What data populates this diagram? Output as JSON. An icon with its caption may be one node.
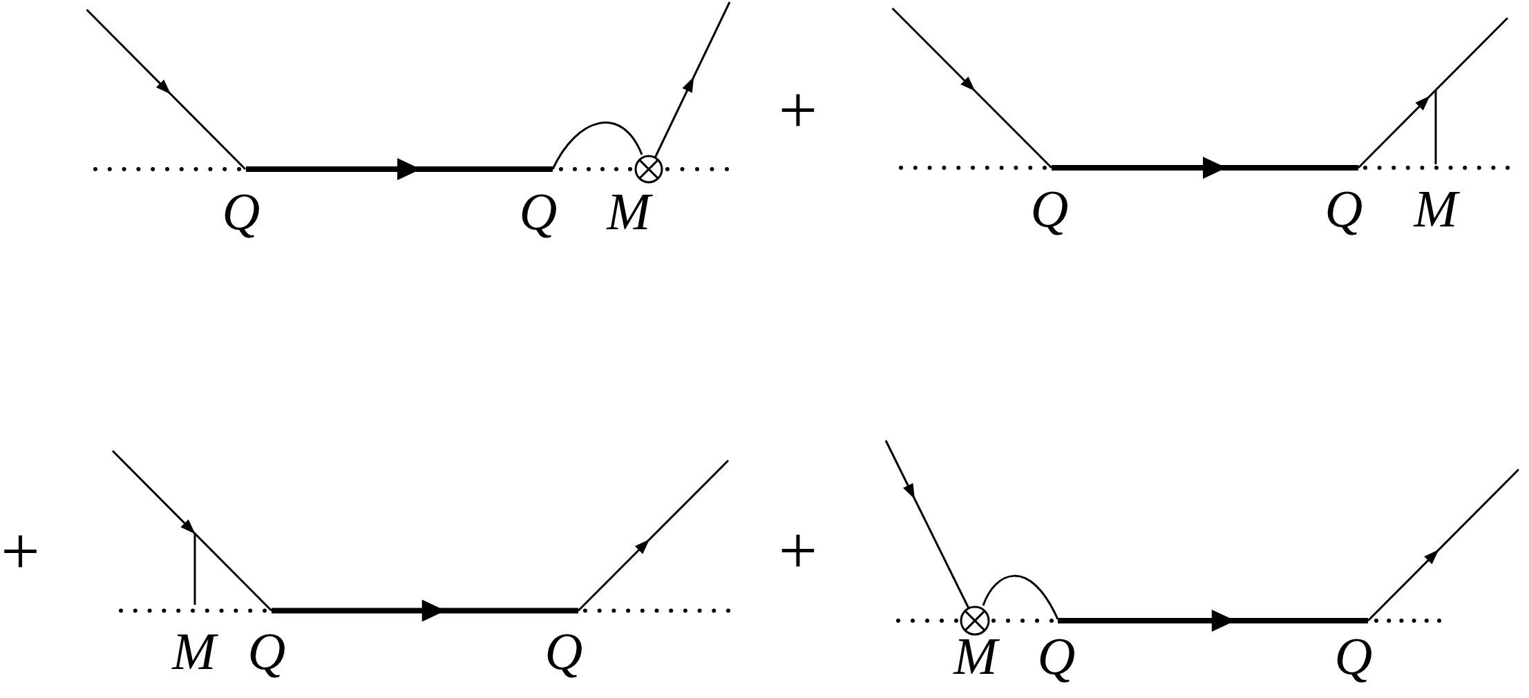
{
  "diagram": {
    "labels": [
      "Q",
      "Q",
      "M",
      "+",
      "Q",
      "Q",
      "M",
      "+",
      "M",
      "Q",
      "Q",
      "+",
      "M",
      "Q",
      "Q"
    ]
  }
}
